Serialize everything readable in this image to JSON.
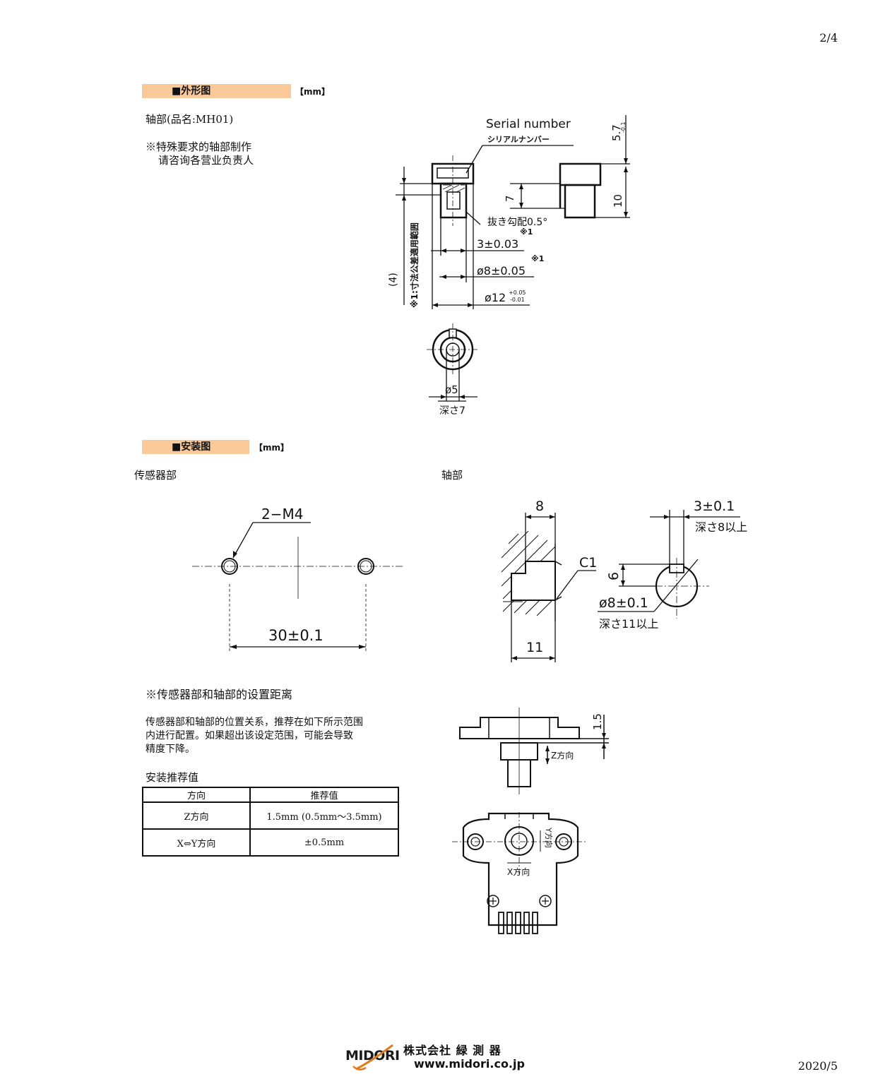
{
  "page_number": "2/4",
  "section_outline": {
    "title": "■外形图",
    "unit": "【mm】"
  },
  "shaft_part_name": "轴部(品名:MH01)",
  "special_note_line1": "※特殊要求的轴部制作",
  "special_note_line2": "请咨询各营业负责人",
  "outline_drawing": {
    "serial_number": "Serial number",
    "serial_number_jp": "シリアルナンバー",
    "draft_angle": "抜き勾配0.5°",
    "dim_5_7": "5.7",
    "dim_5_7_tol_upper": "0",
    "dim_5_7_tol_lower": "-0.1",
    "dim_7": "7",
    "dim_10": "10",
    "dim_3": "3±0.03",
    "dim_8": "ø8±0.05",
    "dim_12": "ø12",
    "dim_12_tol_upper": "+0.05",
    "dim_12_tol_lower": "-0.01",
    "note_mark": "※1",
    "dim_4": "(4)",
    "tolerance_note": "※1:寸法公差適用範囲",
    "dim_5": "ø5",
    "depth_7": "深さ7"
  },
  "section_install": {
    "title": "■安装图",
    "unit": "【mm】"
  },
  "sensor_part_label": "传感器部",
  "shaft_part_label": "轴部",
  "install_sensor": {
    "holes": "2−M4",
    "pitch": "30±0.1"
  },
  "install_shaft": {
    "dim_8": "8",
    "dim_c1": "C1",
    "dim_11": "11",
    "dim_3": "3±0.1",
    "depth_8": "深さ8以上",
    "dim_6": "6",
    "dim_phi8": "ø8±0.1",
    "depth_11": "深さ11以上"
  },
  "distance_heading": "※传感器部和轴部的设置距离",
  "distance_text_line1": "传感器部和轴部的位置关系，推荐在如下所示范围",
  "distance_text_line2": "内进行配置。如果超出该设定范围，可能会导致",
  "distance_text_line3": "精度下降。",
  "recommend_heading": "安装推荐值",
  "recommend_table": {
    "headers": [
      "方向",
      "推荐值"
    ],
    "rows": [
      [
        "Z方向",
        "1.5mm (0.5mm～3.5mm)"
      ],
      [
        "X⇔Y方向",
        "±0.5mm"
      ]
    ]
  },
  "position_drawing": {
    "dim_1_5": "1.5",
    "z_dir": "Z方向",
    "y_dir": "Y方向",
    "x_dir": "X方向"
  },
  "footer": {
    "logo": "MIDORI",
    "company": "株式会社 緑 測 器",
    "url": "www.midori.co.jp",
    "date": "2020/5"
  }
}
